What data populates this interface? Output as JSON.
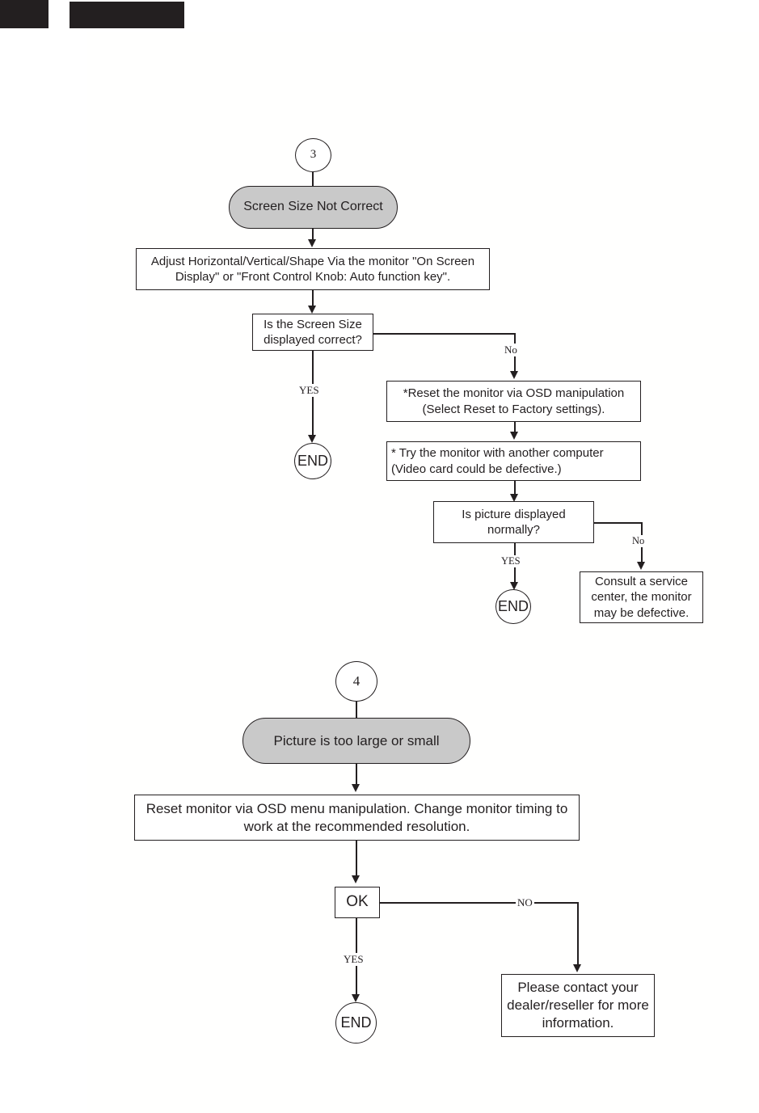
{
  "page": {
    "background": "#ffffff",
    "node_fill_gray": "#c9c9c9",
    "stroke_color": "#231f20",
    "redaction_bars": [
      "redaction-bar-left",
      "redaction-bar-right"
    ]
  },
  "flow3": {
    "start_marker": "3",
    "title_node": "Screen Size Not Correct",
    "step_adjust": "Adjust Horizontal/Vertical/Shape Via the monitor \"On Screen Display\" or \"Front Control Knob: Auto function key\".",
    "decision_screen_size": "Is the Screen Size displayed correct?",
    "label_yes_1": "YES",
    "label_no_1": "No",
    "end_1": "END",
    "step_reset": "*Reset the monitor via OSD manipulation (Select Reset to Factory settings).",
    "step_try_other_computer": "* Try the monitor with another computer (Video card could be defective.)",
    "decision_picture_normal": "Is picture displayed normally?",
    "label_yes_2": "YES",
    "label_no_2": "No",
    "end_2": "END",
    "consult_service": "Consult a service center, the monitor may be defective."
  },
  "flow4": {
    "start_marker": "4",
    "title_node": "Picture is too large or small",
    "step_reset_timing": "Reset monitor via OSD menu manipulation. Change monitor timing to work at the recommended resolution.",
    "decision_ok": "OK",
    "label_yes": "YES",
    "label_no": "NO",
    "end": "END",
    "contact_dealer": "Please contact your dealer/reseller for more information."
  }
}
